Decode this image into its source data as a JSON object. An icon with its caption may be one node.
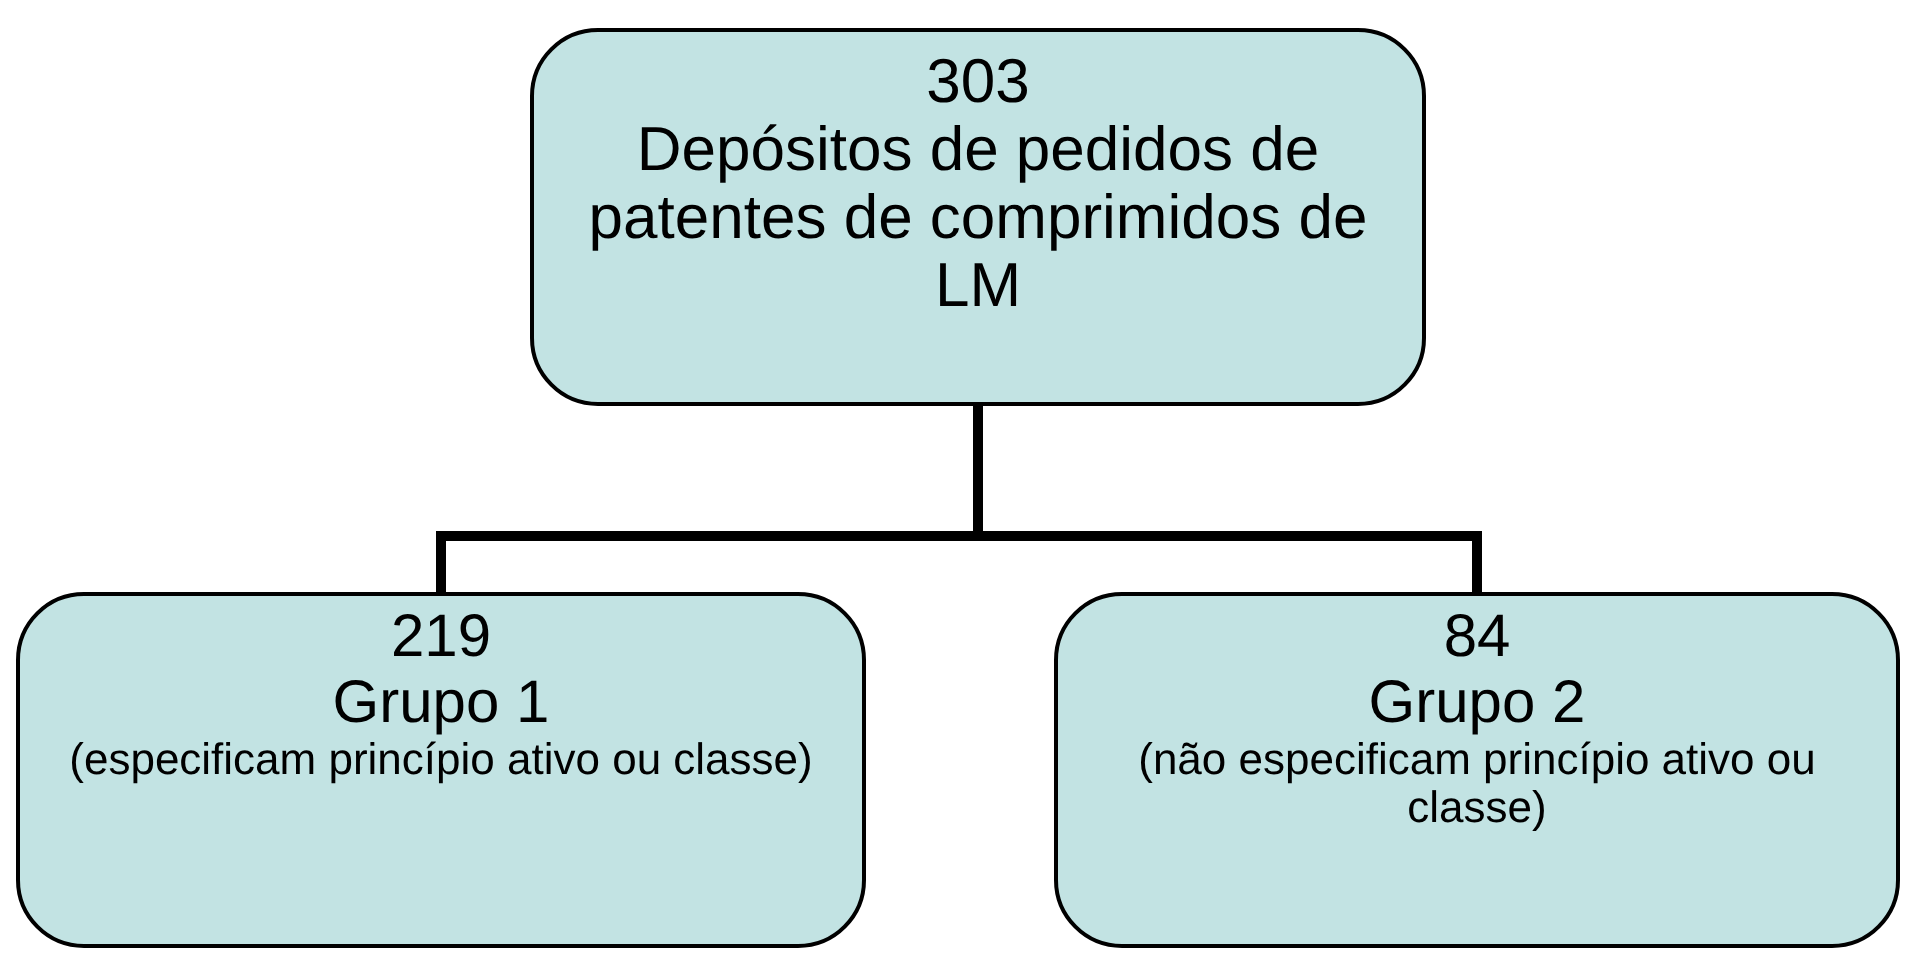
{
  "diagram": {
    "nodes": [
      {
        "text": [
          "303",
          "Depósitos de pedidos de patentes de comprimidos de LM"
        ]
      },
      {
        "text": [
          "219",
          "Grupo 1",
          "(especificam princípio ativo ou classe)"
        ]
      },
      {
        "text": [
          "84",
          "Grupo 2",
          "(não especificam princípio ativo ou classe)"
        ]
      }
    ],
    "edges": [
      {
        "from": 0,
        "to": 1,
        "arrow": "none"
      },
      {
        "from": 0,
        "to": 2,
        "arrow": "none"
      }
    ]
  }
}
